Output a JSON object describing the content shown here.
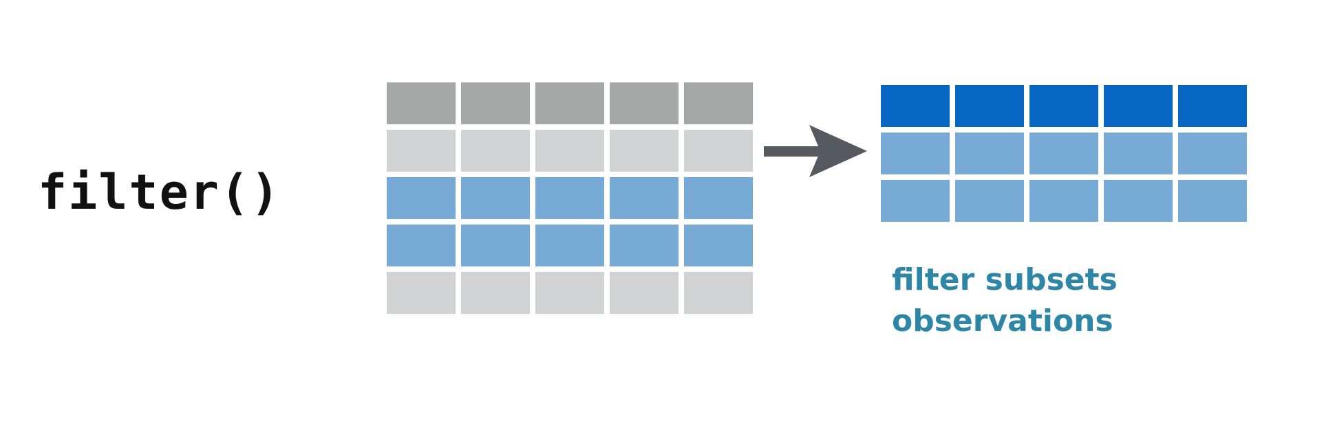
{
  "function_label": "filter()",
  "caption": {
    "line1": "filter subsets",
    "line2": "observations"
  },
  "colors": {
    "header_gray": "#a5a8a7",
    "row_light_gray": "#d1d2d3",
    "row_light_blue": "#78aad6",
    "header_dark_blue": "#0766c2",
    "arrow": "#555a60",
    "caption_teal": "#2e86a6",
    "label_black": "#111111"
  },
  "input_table": {
    "columns": 5,
    "rows": [
      "header_gray",
      "row_light_gray",
      "row_light_blue",
      "row_light_blue",
      "row_light_gray"
    ]
  },
  "output_table": {
    "columns": 5,
    "rows": [
      "header_dark_blue",
      "row_light_blue",
      "row_light_blue"
    ]
  },
  "icons": {
    "arrow": "right-arrow-icon"
  }
}
